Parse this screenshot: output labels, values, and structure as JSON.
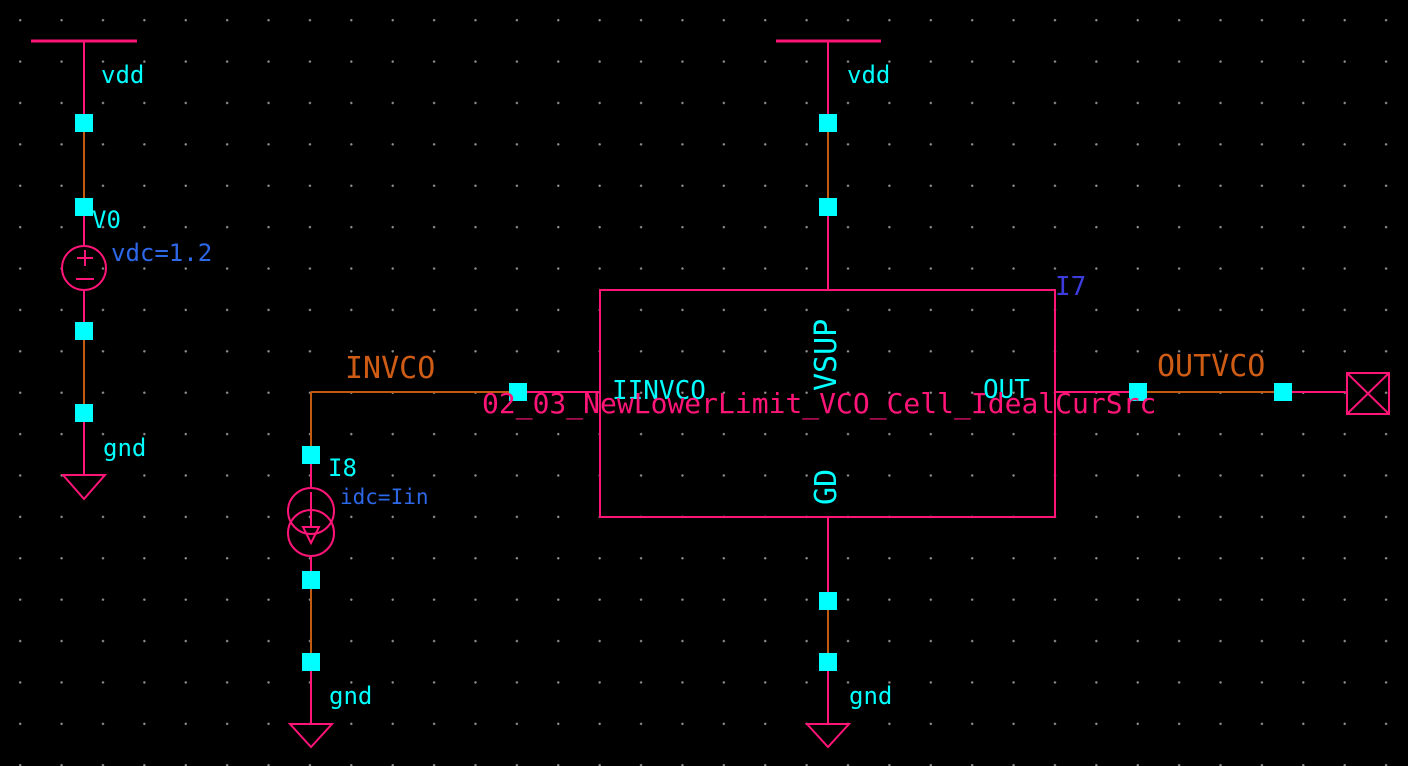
{
  "colors": {
    "background": "#000000",
    "grid_dot": "#8f8f8f",
    "wire_orange": "#c25a10",
    "net_label_orange": "#cf5c14",
    "symbol_pink": "#ff1478",
    "connection_cyan": "#00ffff",
    "label_cyan": "#00ffff",
    "property_blue": "#2d68e8",
    "instance_blue": "#3c3cdc"
  },
  "power": {
    "vdd_left": "vdd",
    "gnd_left": "gnd",
    "vdd_top": "vdd",
    "gnd_bottom_i8": "gnd",
    "gnd_bottom_i7": "gnd"
  },
  "sources": {
    "v0": {
      "instance": "V0",
      "property": "vdc=1.2"
    },
    "i8": {
      "instance": "I8",
      "property": "idc=Iin"
    }
  },
  "block": {
    "instance": "I7",
    "cell": "02_03_NewLowerLimit_VCO_Cell_IdealCurSrc",
    "pin_left": "IINVCO",
    "pin_top": "VSUP",
    "pin_right": "OUT",
    "pin_bottom": "GD"
  },
  "nets": {
    "in": "INVCO",
    "out": "OUTVCO"
  }
}
